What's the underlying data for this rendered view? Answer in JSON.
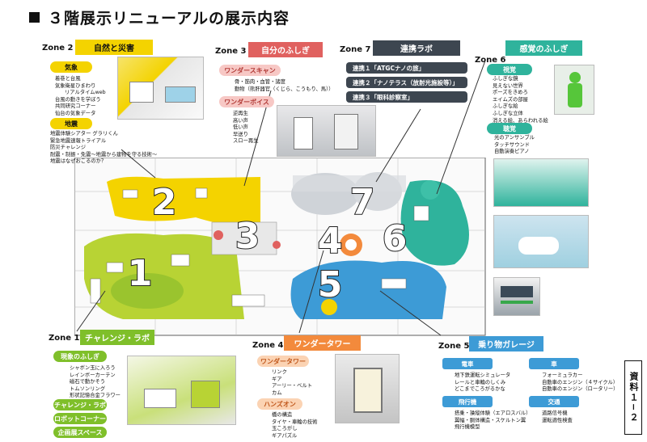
{
  "title": "３階展示リニューアルの展示内容",
  "side_label": "資料１−２",
  "colors": {
    "yellow": "#f4d300",
    "green": "#7fbf2a",
    "red": "#e0615f",
    "orange": "#f38a3c",
    "teal": "#2fb39c",
    "blue": "#3d9bd6",
    "navy": "#3d4650"
  },
  "zone1": {
    "label": "Zone 1",
    "name": "チャレンジ・ラボ",
    "sections": [
      {
        "head": "現象のふしぎ",
        "items": [
          "シャボン玉に入ろう",
          "レインボーカーテン",
          "磁石で動かそう",
          "トムソンリング",
          "形状記憶合金フラワー"
        ]
      },
      {
        "head": "チャレンジ・ラボ",
        "items": []
      },
      {
        "head": "ロボットコーナー",
        "items": []
      },
      {
        "head": "企画展スペース",
        "items": []
      }
    ]
  },
  "zone2": {
    "label": "Zone 2",
    "name": "自然と災害",
    "sections": [
      {
        "head": "気象",
        "items": [
          "着巻と台風",
          "気象衛星ひまわり",
          "リアルタイムweb",
          "台風の動きを学ぼう",
          "共同研究コーナー",
          "仙台の気象データ"
        ]
      },
      {
        "head": "地震",
        "items": [
          "地震体験シアター グラリくん",
          "緊急地震速報トライアル",
          "防災チャレンジ",
          "耐震・制振・免震〜地震から建物を守る技術〜",
          "地震はなぜおこるのか？"
        ]
      }
    ]
  },
  "zone3": {
    "label": "Zone 3",
    "name": "自分のふしぎ",
    "sections": [
      {
        "head": "ワンダースキャン",
        "items": [
          "骨・筋肉・血管・諸度",
          "動物（熊肝器官（くじら、こうもり、馬））"
        ]
      },
      {
        "head": "ワンダーボイス",
        "items": [
          "逆再生",
          "高い声",
          "低い声",
          "早送り",
          "スロー再生"
        ]
      }
    ]
  },
  "zone4": {
    "label": "Zone 4",
    "name": "ワンダータワー",
    "sections": [
      {
        "head": "ワンダータワー",
        "items": [
          "リンク",
          "ギア",
          "アーリー・ベルト",
          "カム"
        ]
      },
      {
        "head": "ハンズオン",
        "items": [
          "橋の構造",
          "タイヤ・車輪の技術",
          "玉ころがし",
          "ギアパズル"
        ]
      }
    ]
  },
  "zone5": {
    "label": "Zone 5",
    "name": "乗り物ガレージ",
    "sections": [
      {
        "head": "電車",
        "items": [
          "地下鉄運転シミュレータ",
          "レールと車輪のしくみ",
          "どこまでころがるかな"
        ]
      },
      {
        "head": "車",
        "items": [
          "フォーミュラカー",
          "自動車のエンジン（４サイクル）",
          "自動車のエンジン（ロータリー）"
        ]
      },
      {
        "head": "飛行機",
        "items": [
          "搭乗・操縦体験（エアロスバル）",
          "翼幅・胴体構造・スケルトン翼",
          "飛行機模型"
        ]
      },
      {
        "head": "交通",
        "items": [
          "道路信号機",
          "運転適性検査"
        ]
      }
    ]
  },
  "zone6": {
    "label": "Zone 6",
    "name": "感覚のふしぎ",
    "sections": [
      {
        "head": "視覚",
        "items": [
          "ふしぎな鏡",
          "見えない世界",
          "ポーズをきめろ",
          "エイムズの部屋",
          "ふしぎな絵",
          "ふしぎな立体",
          "消える絵、あらわれる絵"
        ]
      },
      {
        "head": "聴覚",
        "items": [
          "光のアンサンブル",
          "タッチサウンド",
          "自動演奏ピアノ"
        ]
      }
    ]
  },
  "zone7": {
    "label": "Zone 7",
    "name": "連携ラボ",
    "items": [
      "連携１「ATGCナノの旅」",
      "連携２「ナノテラス（放射光施設等）」",
      "連携３「眼科診察室」"
    ]
  },
  "floor_numbers": [
    "1",
    "2",
    "3",
    "4",
    "5",
    "6",
    "7"
  ]
}
